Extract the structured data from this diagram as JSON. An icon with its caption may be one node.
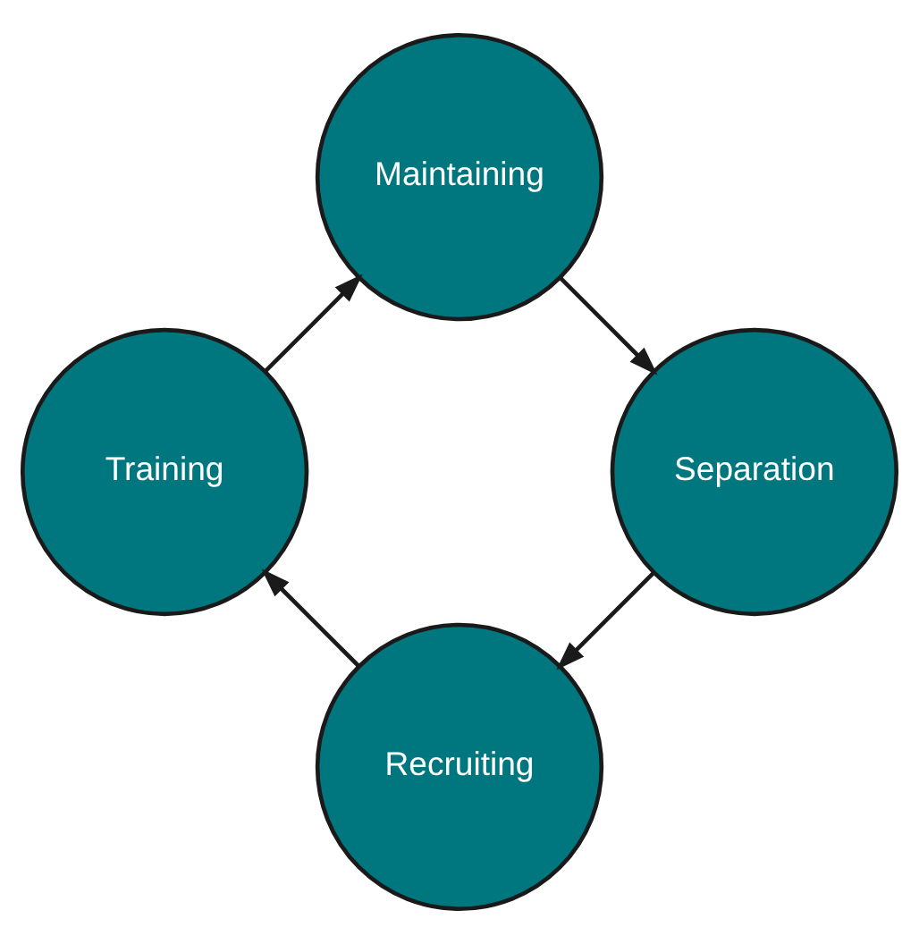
{
  "diagram": {
    "nodes": [
      {
        "text": [
          "Recruiting"
        ]
      },
      {
        "text": [
          "Training"
        ]
      },
      {
        "text": [
          "Maintaining"
        ]
      },
      {
        "text": [
          "Separation"
        ]
      }
    ],
    "edges": [
      {
        "from": 0,
        "to": 1,
        "arrow": "to"
      },
      {
        "from": 1,
        "to": 2,
        "arrow": "to"
      },
      {
        "from": 2,
        "to": 3,
        "arrow": "to"
      },
      {
        "from": 3,
        "to": 0,
        "arrow": "to"
      }
    ]
  }
}
